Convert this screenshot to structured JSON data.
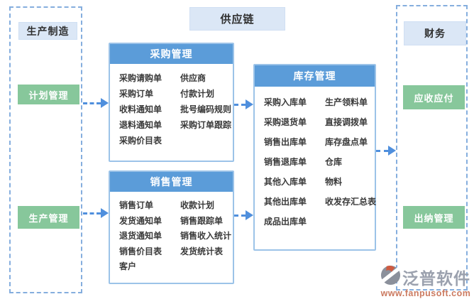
{
  "diagram": {
    "title": "供应链",
    "left_panel": {
      "label": "生产制造",
      "buttons": [
        {
          "label": "计划管理"
        },
        {
          "label": "生产管理"
        }
      ]
    },
    "right_panel": {
      "label": "财务",
      "buttons": [
        {
          "label": "应收应付"
        },
        {
          "label": "出纳管理"
        }
      ]
    },
    "modules": [
      {
        "title": "采购管理",
        "col1": [
          "采购请购单",
          "采购订单",
          "收料通知单",
          "退料通知单",
          "采购价目表"
        ],
        "col2": [
          "供应商",
          "付款计划",
          "批号编码规则",
          "采购订单跟踪"
        ]
      },
      {
        "title": "销售管理",
        "col1": [
          "销售订单",
          "发货通知单",
          "退货通知单",
          "销售价目表",
          "客户"
        ],
        "col2": [
          "收款计划",
          "销售跟踪单",
          "销售收入统计",
          "发货统计表"
        ]
      },
      {
        "title": "库存管理",
        "col1": [
          "采购入库单",
          "采购退货单",
          "销售出库单",
          "销售退库单",
          "其他入库单",
          "其他出库单",
          "成品出库单"
        ],
        "col2": [
          "生产领料单",
          "直接调拨单",
          "库存盘点单",
          "仓库",
          "物料",
          "收发存汇总表"
        ]
      }
    ],
    "logo": {
      "brand": "泛普软件",
      "website": "www.fanpusoft.com"
    },
    "colors": {
      "module_header": "#5b9cd9",
      "module_border": "#9cc3e8",
      "label_bg": "#dbe7f6",
      "green": "#87c79b",
      "dashed": "#85aede",
      "arrow": "#4f8fdd",
      "logo_text": "#9ba1ae",
      "logo_url": "#cb7a60"
    }
  }
}
